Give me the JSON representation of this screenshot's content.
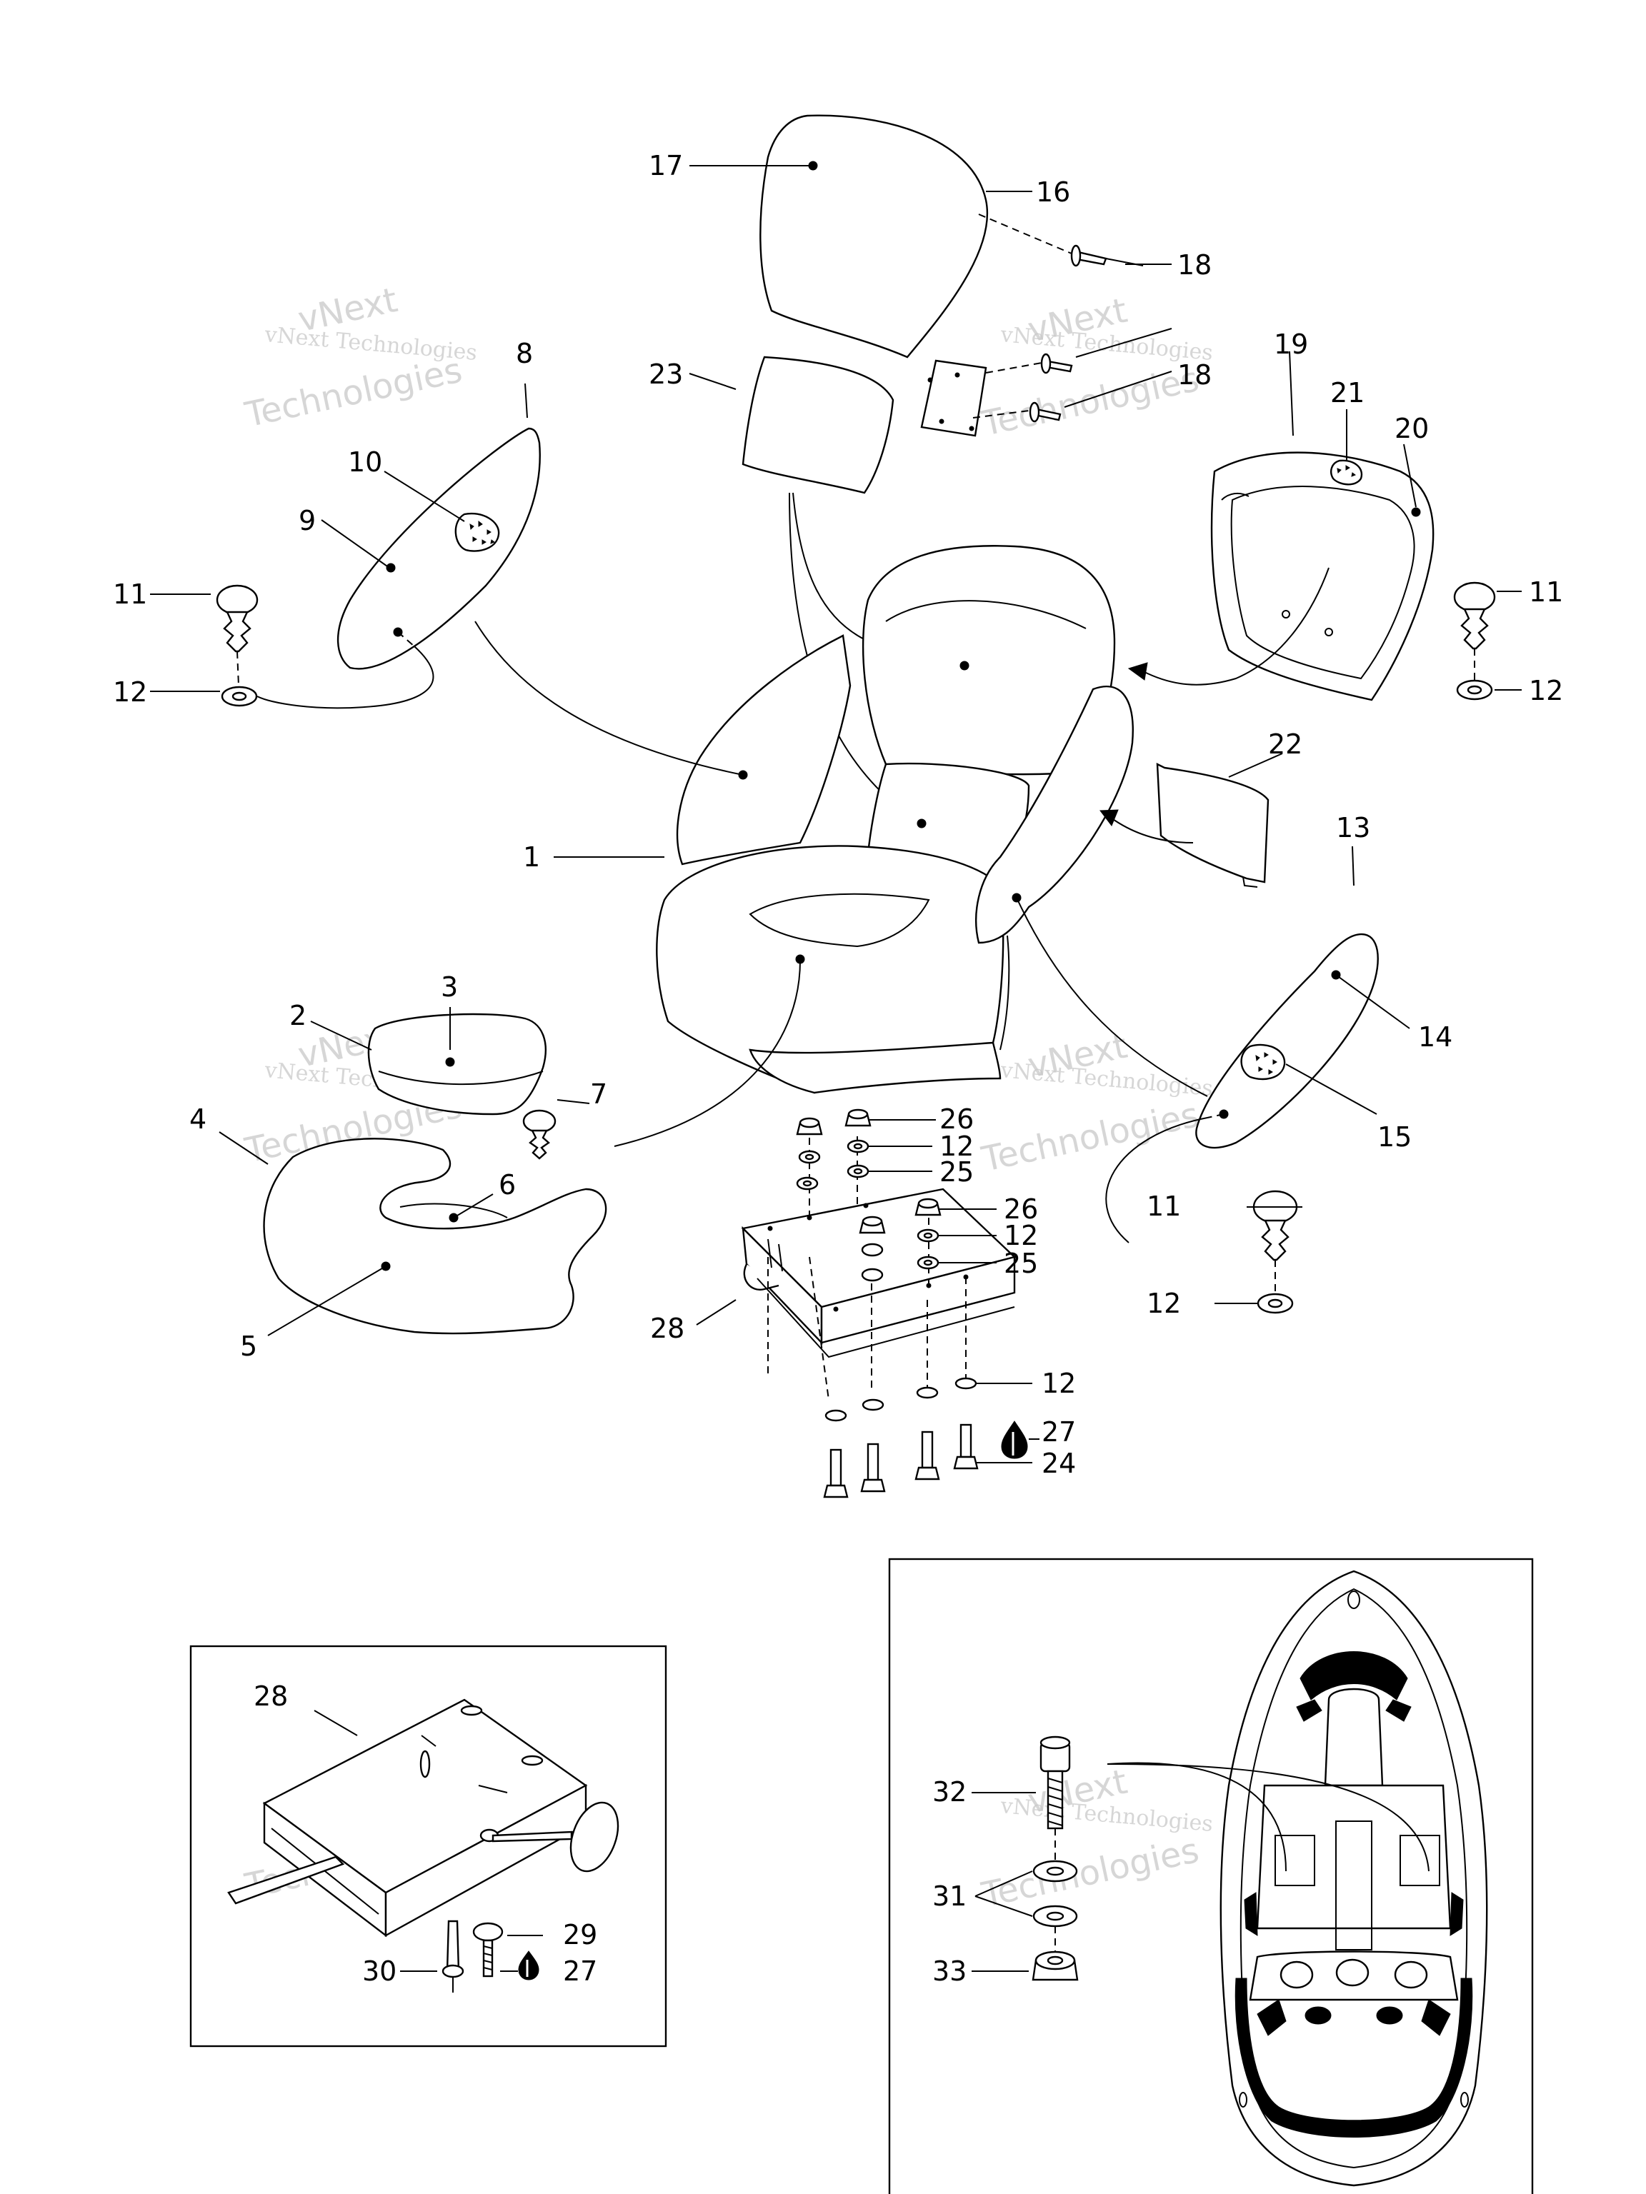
{
  "watermark": {
    "line1": "vNext",
    "line2": "vNext Technologies",
    "line3": "Technologies"
  },
  "callouts": {
    "c1": "1",
    "c2": "2",
    "c3": "3",
    "c4": "4",
    "c5": "5",
    "c6": "6",
    "c7": "7",
    "c8": "8",
    "c9": "9",
    "c10": "10",
    "c11a": "11",
    "c11b": "11",
    "c11c": "11",
    "c12a": "12",
    "c12b": "12",
    "c12c": "12",
    "c12d": "12",
    "c12e": "12",
    "c12f": "12",
    "c13": "13",
    "c14": "14",
    "c15": "15",
    "c16": "16",
    "c17": "17",
    "c18a": "18",
    "c18b": "18",
    "c19": "19",
    "c20": "20",
    "c21": "21",
    "c22": "22",
    "c23": "23",
    "c24": "24",
    "c25a": "25",
    "c25b": "25",
    "c26a": "26",
    "c26b": "26",
    "c27a": "27",
    "c27b": "27",
    "c28a": "28",
    "c28b": "28",
    "c29": "29",
    "c30": "30",
    "c31": "31",
    "c32": "32",
    "c33": "33"
  },
  "icons": {
    "adhesive": "adhesive-drop-icon",
    "fastener": "push-rivet-icon"
  }
}
